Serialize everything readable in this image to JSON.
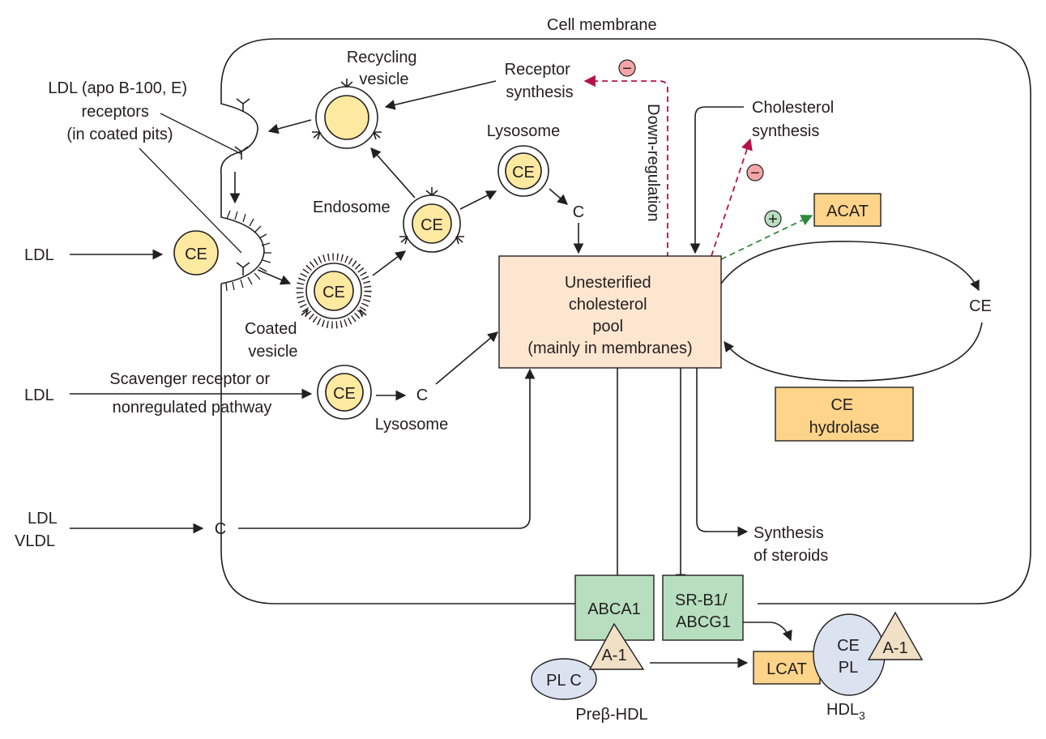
{
  "labels": {
    "cell_membrane": "Cell membrane",
    "ldl_receptors": [
      "LDL (apo B-100, E)",
      "receptors",
      "(in coated pits)"
    ],
    "recycling_vesicle": [
      "Recycling",
      "vesicle"
    ],
    "receptor_synthesis": [
      "Receptor",
      "synthesis"
    ],
    "down_regulation": "Down-regulation",
    "cholesterol_synthesis": [
      "Cholesterol",
      "synthesis"
    ],
    "lysosome_top": "Lysosome",
    "endosome": "Endosome",
    "acat": "ACAT",
    "ldl_1": "LDL",
    "ldl_2": "LDL",
    "ldl_3": "LDL",
    "vldl": "VLDL",
    "ce": "CE",
    "c": "C",
    "coated_vesicle": [
      "Coated",
      "vesicle"
    ],
    "pool": [
      "Unesterified",
      "cholesterol",
      "pool",
      "(mainly in membranes)"
    ],
    "scavenger": [
      "Scavenger receptor or",
      "nonregulated pathway"
    ],
    "lysosome_bottom": "Lysosome",
    "ce_hydrolase": [
      "CE",
      "hydrolase"
    ],
    "synthesis_steroids": [
      "Synthesis",
      "of steroids"
    ],
    "abca1": "ABCA1",
    "srb1": [
      "SR-B1/",
      "ABCG1"
    ],
    "a1": "A-1",
    "plc": "PL C",
    "prebeta_hdl": "Preβ-HDL",
    "lcat": "LCAT",
    "hdl_ce": "CE",
    "hdl_pl": "PL",
    "hdl3": "HDL",
    "hdl3_sub": "3",
    "minus": "−",
    "plus": "+"
  },
  "colors": {
    "ce_yellow": "#fde9a0",
    "enzyme_orange": "#fdd489",
    "transporter_green": "#b7dfbf",
    "pool_peach": "#fde6d0",
    "hdl_blue": "#dbe2f0",
    "apo_beige": "#f0e0c5",
    "inhibit_red": "#b5124a",
    "activate_green": "#2e8b3e"
  }
}
